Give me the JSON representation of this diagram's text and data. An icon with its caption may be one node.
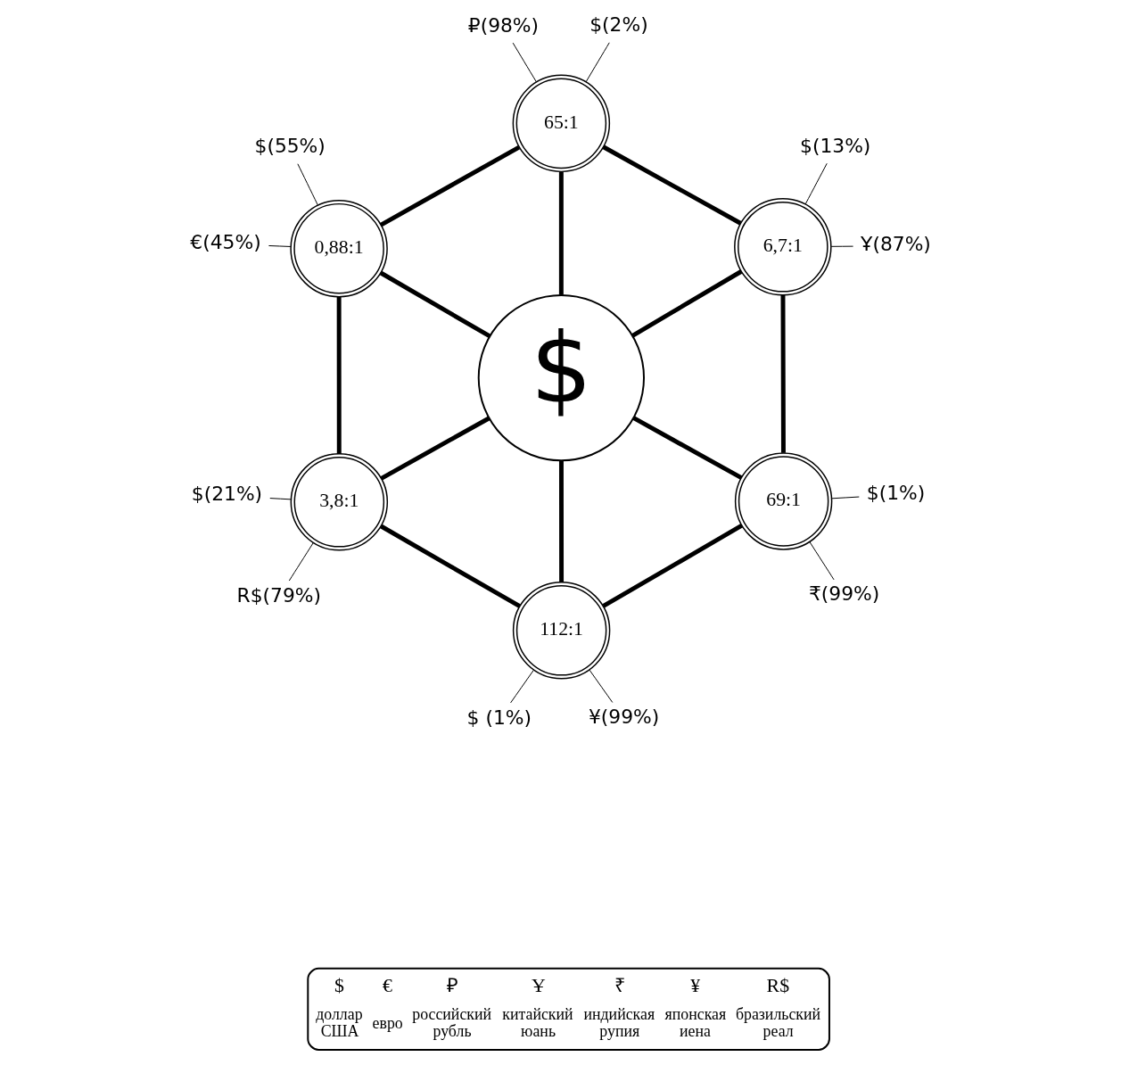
{
  "diagram": {
    "nodes": [
      {
        "text": [
          "$"
        ]
      },
      {
        "text": [
          "65:1"
        ]
      },
      {
        "text": [
          "6,7:1"
        ]
      },
      {
        "text": [
          "69:1"
        ]
      },
      {
        "text": [
          "112:1"
        ]
      },
      {
        "text": [
          "3,8:1"
        ]
      },
      {
        "text": [
          "0,88:1"
        ]
      },
      {
        "text": [
          "₽(98%)"
        ]
      },
      {
        "text": [
          "$(2%)"
        ]
      },
      {
        "text": [
          "$(13%)"
        ]
      },
      {
        "text": [
          "Ұ(87%)"
        ]
      },
      {
        "text": [
          "$(1%)"
        ]
      },
      {
        "text": [
          "₹(99%)"
        ]
      },
      {
        "text": [
          "$ (1%)"
        ]
      },
      {
        "text": [
          "¥(99%)"
        ]
      },
      {
        "text": [
          "$(21%)"
        ]
      },
      {
        "text": [
          "R$(79%)"
        ]
      },
      {
        "text": [
          "$(55%)"
        ]
      },
      {
        "text": [
          "€(45%)"
        ]
      }
    ],
    "edges": [
      {
        "from": 0,
        "to": 1,
        "arrow": "none",
        "style": "thick"
      },
      {
        "from": 0,
        "to": 2,
        "arrow": "none",
        "style": "thick"
      },
      {
        "from": 0,
        "to": 3,
        "arrow": "none",
        "style": "thick"
      },
      {
        "from": 0,
        "to": 4,
        "arrow": "none",
        "style": "thick"
      },
      {
        "from": 0,
        "to": 5,
        "arrow": "none",
        "style": "thick"
      },
      {
        "from": 0,
        "to": 6,
        "arrow": "none",
        "style": "thick"
      },
      {
        "from": 1,
        "to": 2,
        "arrow": "none",
        "style": "thick"
      },
      {
        "from": 2,
        "to": 3,
        "arrow": "none",
        "style": "thick"
      },
      {
        "from": 3,
        "to": 4,
        "arrow": "none",
        "style": "thick"
      },
      {
        "from": 4,
        "to": 5,
        "arrow": "none",
        "style": "thick"
      },
      {
        "from": 5,
        "to": 6,
        "arrow": "none",
        "style": "thick"
      },
      {
        "from": 6,
        "to": 1,
        "arrow": "none",
        "style": "thick"
      },
      {
        "from": 7,
        "to": 1,
        "arrow": "none"
      },
      {
        "from": 8,
        "to": 1,
        "arrow": "none"
      },
      {
        "from": 9,
        "to": 2,
        "arrow": "none"
      },
      {
        "from": 10,
        "to": 2,
        "arrow": "none"
      },
      {
        "from": 11,
        "to": 3,
        "arrow": "none"
      },
      {
        "from": 12,
        "to": 3,
        "arrow": "none"
      },
      {
        "from": 13,
        "to": 4,
        "arrow": "none"
      },
      {
        "from": 14,
        "to": 4,
        "arrow": "none"
      },
      {
        "from": 15,
        "to": 5,
        "arrow": "none"
      },
      {
        "from": 16,
        "to": 5,
        "arrow": "none"
      },
      {
        "from": 17,
        "to": 6,
        "arrow": "none"
      },
      {
        "from": 18,
        "to": 6,
        "arrow": "none"
      }
    ],
    "labels": [
      "$",
      "€",
      "₽",
      "Ұ",
      "₹",
      "¥",
      "R$",
      "доллар США",
      "евро",
      "российский рубль",
      "китайский юань",
      "индийская рупия",
      "японская иена",
      "бразильский реал"
    ]
  }
}
